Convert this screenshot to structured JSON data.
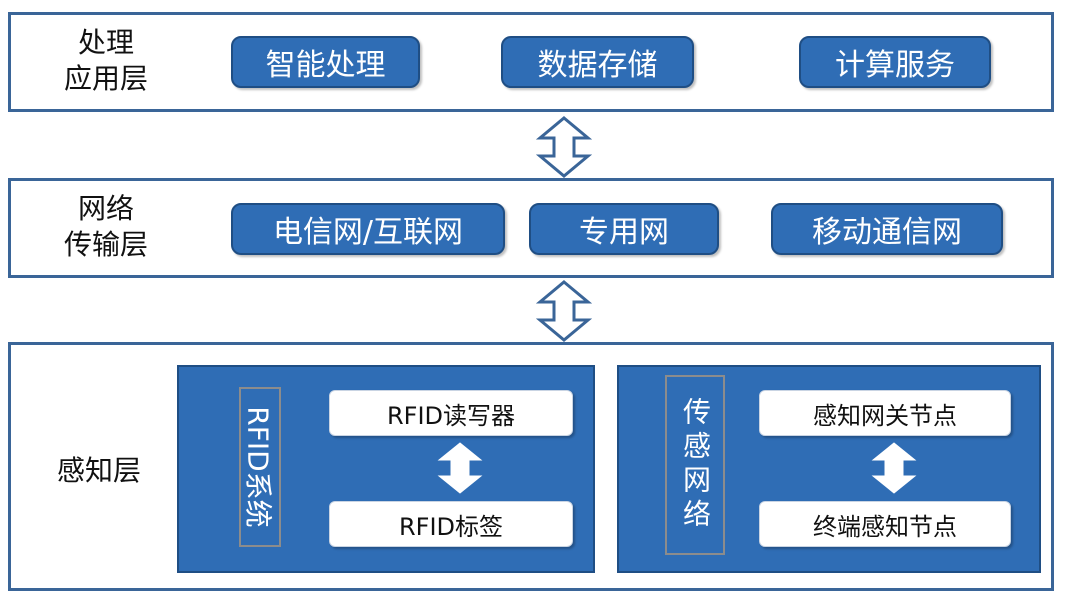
{
  "colors": {
    "layer_border": "#3a6598",
    "pill_fill": "#2f6db5",
    "panel_fill": "#2f6db5",
    "arrow_fill": "#ffffff",
    "arrow_stroke": "#3a6598"
  },
  "layers": {
    "processing": {
      "title": "处理\n应用层",
      "items": [
        "智能处理",
        "数据存储",
        "计算服务"
      ]
    },
    "network": {
      "title": "网络\n传输层",
      "items": [
        "电信网/互联网",
        "专用网",
        "移动通信网"
      ]
    },
    "perception": {
      "title": "感知层",
      "rfid": {
        "label": "RFID系统",
        "top": "RFID读写器",
        "bottom": "RFID标签"
      },
      "sensor": {
        "label": "传感网络",
        "top": "感知网关节点",
        "bottom": "终端感知节点"
      }
    }
  },
  "icons": {
    "layer_arrow": "double-vertical-arrow-icon",
    "inner_arrow": "double-vertical-arrow-icon"
  }
}
